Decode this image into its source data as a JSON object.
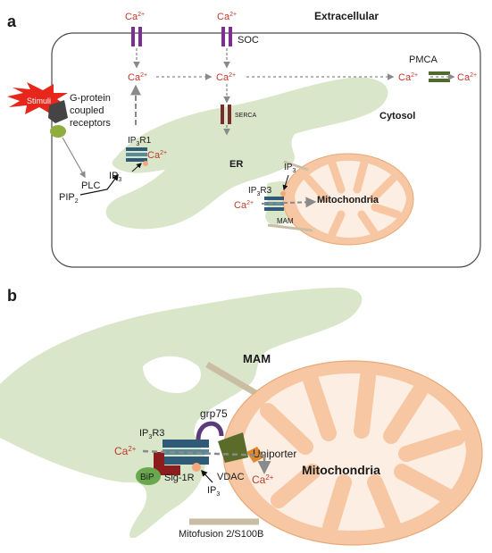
{
  "panel_a": {
    "label": "a",
    "extracellular": "Extracellular",
    "cytosol": "Cytosol",
    "soc": "SOC",
    "pmca": "PMCA",
    "serca": "SERCA",
    "stimuli": "Stimuli",
    "gpcr_line1": "G-protein",
    "gpcr_line2": "coupled",
    "gpcr_line3": "receptors",
    "plc": "PLC",
    "pip": "PIP",
    "pip_sub": "2",
    "ip3_1": "IP",
    "ip3_1_sub": "3",
    "ip3r1": "IP",
    "ip3r1_sub": "3",
    "ip3r1_rest": "R1",
    "er": "ER",
    "ip3_2": "IP",
    "ip3_2_sub": "3",
    "ip3r3": "IP",
    "ip3r3_sub": "3",
    "ip3r3_rest": "R3",
    "mam": "MAM",
    "mitochondria": "Mitochondria",
    "ca": "Ca",
    "ca_sup": "2+"
  },
  "panel_b": {
    "label": "b",
    "mam": "MAM",
    "grp75": "grp75",
    "ip3r3": "IP",
    "ip3r3_sub": "3",
    "ip3r3_rest": "R3",
    "uniporter": "Uniporter",
    "vdac": "VDAC",
    "bip": "BiP",
    "sig1r": "Sig-1R",
    "ip3": "IP",
    "ip3_sub": "3",
    "mitochondria": "Mitochondria",
    "mitofusin": "Mitofusion 2/S100B",
    "ca": "Ca",
    "ca_sup": "2+"
  },
  "colors": {
    "er_fill": "#d9e6c9",
    "mito_fill": "#f6c7a2",
    "mito_crista": "#fdeee3",
    "ca_text": "#c0392b",
    "soc_channel": "#7b2f8f",
    "serca_channel": "#7a2e2a",
    "pmca_channel": "#4f6a2a",
    "ip3r_channel": "#2f5a78",
    "grp75": "#5b3b7a",
    "vdac": "#5b6b2a",
    "uniporter": "#e08a2e",
    "bip": "#6aa84f",
    "sig1r": "#8b1d1d",
    "stimuli": "#e8271c",
    "tether": "#c9bea4"
  }
}
